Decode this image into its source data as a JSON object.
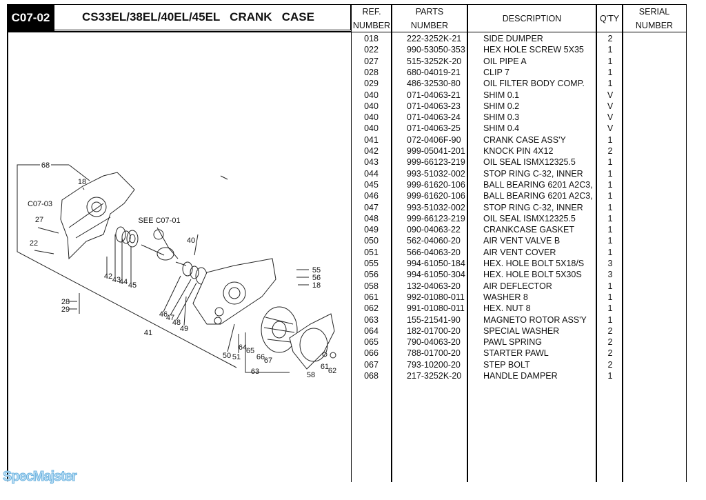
{
  "header": {
    "code": "C07-02",
    "title": "CS33EL/38EL/40EL/45EL   CRANK   CASE"
  },
  "table": {
    "columns": [
      {
        "line1": "REF.",
        "line2": "NUMBER"
      },
      {
        "line1": "PARTS",
        "line2": "NUMBER"
      },
      {
        "line1": "DESCRIPTION",
        "line2": ""
      },
      {
        "line1": "Q'TY",
        "line2": ""
      },
      {
        "line1": "SERIAL",
        "line2": "NUMBER"
      }
    ],
    "rows": [
      [
        "018",
        "222-3252K-21",
        "SIDE DUMPER",
        "2"
      ],
      [
        "022",
        "990-53050-353",
        "HEX HOLE SCREW 5X35",
        "1"
      ],
      [
        "027",
        "515-3252K-20",
        "OIL PIPE A",
        "1"
      ],
      [
        "028",
        "680-04019-21",
        "CLIP 7",
        "1"
      ],
      [
        "029",
        "486-32530-80",
        "OIL FILTER BODY COMP.",
        "1"
      ],
      [
        "040",
        "071-04063-21",
        "SHIM 0.1",
        "V"
      ],
      [
        "040",
        "071-04063-23",
        "SHIM 0.2",
        "V"
      ],
      [
        "040",
        "071-04063-24",
        "SHIM 0.3",
        "V"
      ],
      [
        "040",
        "071-04063-25",
        "SHIM 0.4",
        "V"
      ],
      [
        "041",
        "072-0406F-90",
        "CRANK CASE ASS'Y",
        "1"
      ],
      [
        "042",
        "999-05041-201",
        "KNOCK PIN 4X12",
        "2"
      ],
      [
        "043",
        "999-66123-219",
        "OIL SEAL ISMX12325.5",
        "1"
      ],
      [
        "044",
        "993-51032-002",
        "STOP RING C-32, INNER",
        "1"
      ],
      [
        "045",
        "999-61620-106",
        "BALL BEARING 6201 A2C3,",
        "1"
      ],
      [
        "046",
        "999-61620-106",
        "BALL BEARING 6201 A2C3,",
        "1"
      ],
      [
        "047",
        "993-51032-002",
        "STOP RING C-32, INNER",
        "1"
      ],
      [
        "048",
        "999-66123-219",
        "OIL SEAL ISMX12325.5",
        "1"
      ],
      [
        "049",
        "090-04063-22",
        "CRANKCASE GASKET",
        "1"
      ],
      [
        "050",
        "562-04060-20",
        "AIR VENT VALVE B",
        "1"
      ],
      [
        "051",
        "566-04063-20",
        "AIR VENT COVER",
        "1"
      ],
      [
        "055",
        "994-61050-184",
        "HEX. HOLE BOLT 5X18/S",
        "3"
      ],
      [
        "056",
        "994-61050-304",
        "HEX. HOLE BOLT 5X30S",
        "3"
      ],
      [
        "058",
        "132-04063-20",
        "AIR DEFLECTOR",
        "1"
      ],
      [
        "061",
        "992-01080-011",
        "WASHER 8",
        "1"
      ],
      [
        "062",
        "991-01080-011",
        "HEX. NUT 8",
        "1"
      ],
      [
        "063",
        "155-21541-90",
        "MAGNETO ROTOR ASS'Y",
        "1"
      ],
      [
        "064",
        "182-01700-20",
        "SPECIAL WASHER",
        "2"
      ],
      [
        "065",
        "790-04063-20",
        "PAWL SPRING",
        "2"
      ],
      [
        "066",
        "788-01700-20",
        "STARTER PAWL",
        "2"
      ],
      [
        "067",
        "793-10200-20",
        "STEP BOLT",
        "2"
      ],
      [
        "068",
        "217-3252K-20",
        "HANDLE DAMPER",
        "1"
      ]
    ]
  },
  "diagram": {
    "labels": [
      "68",
      "18",
      "C07-03",
      "27",
      "22",
      "SEE C07-01",
      "40",
      "42",
      "43",
      "44",
      "45",
      "28",
      "29",
      "46",
      "47",
      "48",
      "49",
      "41",
      "55",
      "56",
      "18",
      "50",
      "51",
      "64",
      "65",
      "66",
      "67",
      "63",
      "58",
      "61",
      "62"
    ]
  },
  "watermark": "SpecMajster"
}
